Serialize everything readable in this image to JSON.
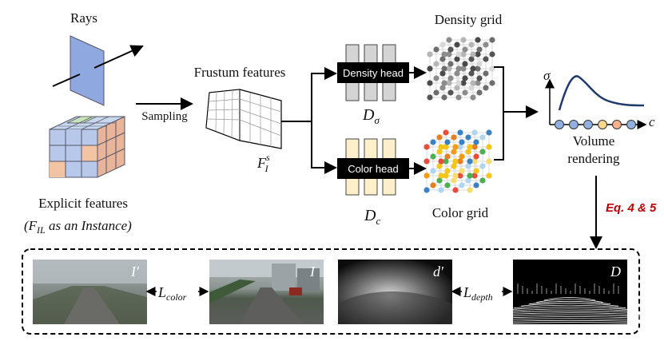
{
  "diagram": {
    "rays_label": "Rays",
    "explicit_features_label": "Explicit features",
    "explicit_features_sub": "(F",
    "explicit_features_sub_idx": "IL",
    "explicit_features_sub_rest": " as an Instance)",
    "sampling_label": "Sampling",
    "frustum_label": "Frustum features",
    "frustum_symbol": "F",
    "frustum_symbol_sup": "s",
    "frustum_symbol_sub": "I",
    "density_head_label": "Density head",
    "color_head_label": "Color head",
    "density_symbol": "D",
    "density_symbol_sub": "σ",
    "color_symbol": "D",
    "color_symbol_sub": "c",
    "density_grid_label": "Density grid",
    "color_grid_label": "Color grid",
    "sigma_axis_label": "σ",
    "c_axis_label": "c",
    "volume_rendering_line1": "Volume",
    "volume_rendering_line2": "rendering",
    "eq_label": "Eq. 4 & 5",
    "img1_tag": "I′",
    "img2_tag": "I",
    "img3_tag": "d′",
    "img4_tag": "D",
    "loss_color": "L",
    "loss_color_sub": "color",
    "loss_depth": "L",
    "loss_depth_sub": "depth"
  },
  "colors": {
    "eq_red": "#c00000",
    "plane_blue": "#8fa8e0",
    "curve": "#1f3b6b",
    "dot_colors": [
      "#8fb0e0",
      "#8fb0e0",
      "#8fb0e0",
      "#f7d98b",
      "#f5b28a",
      "#8fb0e0"
    ]
  }
}
